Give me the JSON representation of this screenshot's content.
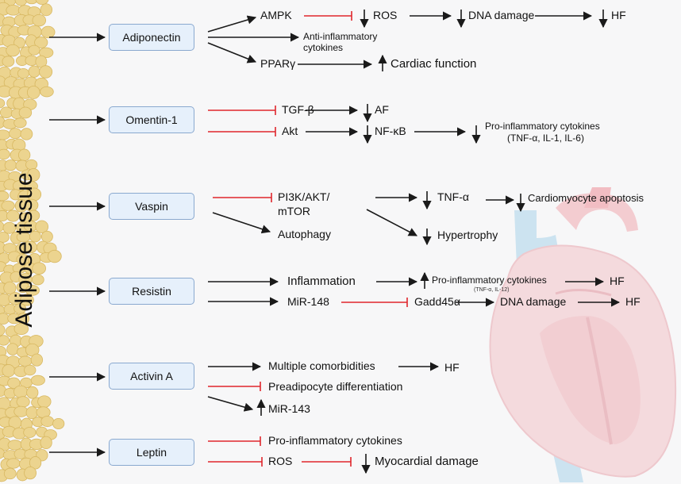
{
  "tissue_label": "Adipose tissue",
  "boxes": {
    "adiponectin": "Adiponectin",
    "omentin": "Omentin-1",
    "vaspin": "Vaspin",
    "resistin": "Resistin",
    "activin": "Activin A",
    "leptin": "Leptin"
  },
  "labels": {
    "ampk": "AMPK",
    "ros1": "ROS",
    "dna1": "DNA damage",
    "hf1": "HF",
    "anti_inflam": "Anti-inflammatory",
    "anti_inflam2": "cytokines",
    "ppar": "PPARγ",
    "cardiac": "Cardiac function",
    "tgf": "TGF-β",
    "af": "AF",
    "akt": "Akt",
    "nfkb": "NF-κB",
    "proinf1": "Pro-inflammatory cytokines",
    "proinf1b": "(TNF-α, IL-1, IL-6)",
    "pi3k": "PI3K/AKT/",
    "mtor": "mTOR",
    "autophagy": "Autophagy",
    "tnf": "TNF-α",
    "apoptosis": "Cardiomyocyte apoptosis",
    "hypertrophy": "Hypertrophy",
    "inflammation": "Inflammation",
    "proinf2": "Pro-inflammatory cytokines",
    "proinf2b": "(TNF-α, IL-12)",
    "hf2": "HF",
    "mir148": "MiR-148",
    "gadd": "Gadd45α",
    "dna2": "DNA damage",
    "hf3": "HF",
    "comorb": "Multiple comorbidities",
    "hf4": "HF",
    "preadip": "Preadipocyte differentiation",
    "mir143": "MiR-143",
    "proinf3": "Pro-inflammatory cytokines",
    "ros2": "ROS",
    "myocard": "Myocardial damage"
  },
  "colors": {
    "activate": "#1a1a1a",
    "inhibit": "#e0262c",
    "box_fill": "#e6f0fb",
    "box_border": "#8aa9cf",
    "fat": "#ecd48f",
    "heart": "#f2c4c8",
    "vessel": "#a9d3ea"
  }
}
